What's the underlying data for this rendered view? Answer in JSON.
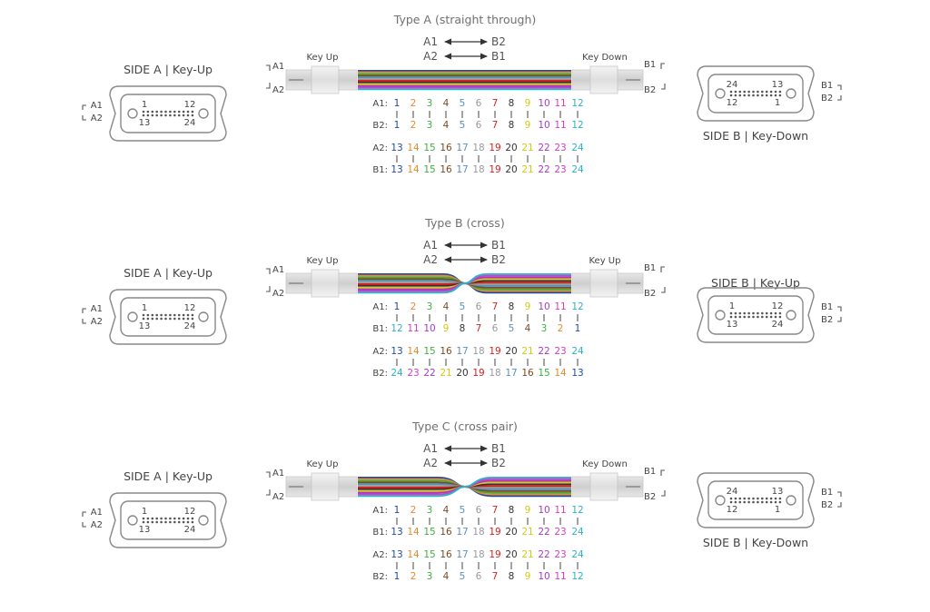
{
  "colors": {
    "fiber": [
      "#1f4aa8",
      "#e8892d",
      "#3fae3f",
      "#7a4a22",
      "#5a8fc0",
      "#9a9a9a",
      "#d82020",
      "#333333",
      "#d9c814",
      "#a839c8",
      "#d63dc4",
      "#2bb3c9"
    ],
    "connector_stroke": "#888888",
    "text": "#444444"
  },
  "panels": [
    {
      "id": "type-a",
      "title": "Type A (straight through)",
      "map1": {
        "from": "A1",
        "to": "B2"
      },
      "map2": {
        "from": "A2",
        "to": "B1"
      },
      "left_key": "Key Up",
      "right_key": "Key Down",
      "cross": "none",
      "left_ports": [
        "A1",
        "A2"
      ],
      "right_ports": [
        "B1",
        "B2"
      ],
      "rows": [
        {
          "label": "A1:",
          "values": [
            "1",
            "2",
            "3",
            "4",
            "5",
            "6",
            "7",
            "8",
            "9",
            "10",
            "11",
            "12"
          ]
        },
        {
          "label": "B2:",
          "values": [
            "1",
            "2",
            "3",
            "4",
            "5",
            "6",
            "7",
            "8",
            "9",
            "10",
            "11",
            "12"
          ]
        },
        {
          "label": "A2:",
          "values": [
            "13",
            "14",
            "15",
            "16",
            "17",
            "18",
            "19",
            "20",
            "21",
            "22",
            "23",
            "24"
          ]
        },
        {
          "label": "B1:",
          "values": [
            "13",
            "14",
            "15",
            "16",
            "17",
            "18",
            "19",
            "20",
            "21",
            "22",
            "23",
            "24"
          ]
        }
      ],
      "side_a": {
        "title": "SIDE A | Key-Up",
        "ports": [
          "A1",
          "A2"
        ],
        "pin_tl": "1",
        "pin_tr": "12",
        "pin_bl": "13",
        "pin_br": "24"
      },
      "side_b": {
        "title": "SIDE B | Key-Down",
        "ports": [
          "B1",
          "B2"
        ],
        "pin_tl": "24",
        "pin_tr": "13",
        "pin_bl": "12",
        "pin_br": "1"
      }
    },
    {
      "id": "type-b",
      "title": "Type B (cross)",
      "map1": {
        "from": "A1",
        "to": "B1"
      },
      "map2": {
        "from": "A2",
        "to": "B2"
      },
      "left_key": "Key Up",
      "right_key": "Key Up",
      "cross": "full",
      "left_ports": [
        "A1",
        "A2"
      ],
      "right_ports": [
        "B1",
        "B2"
      ],
      "rows": [
        {
          "label": "A1:",
          "values": [
            "1",
            "2",
            "3",
            "4",
            "5",
            "6",
            "7",
            "8",
            "9",
            "10",
            "11",
            "12"
          ]
        },
        {
          "label": "B1:",
          "values": [
            "12",
            "11",
            "10",
            "9",
            "8",
            "7",
            "6",
            "5",
            "4",
            "3",
            "2",
            "1"
          ]
        },
        {
          "label": "A2:",
          "values": [
            "13",
            "14",
            "15",
            "16",
            "17",
            "18",
            "19",
            "20",
            "21",
            "22",
            "23",
            "24"
          ]
        },
        {
          "label": "B2:",
          "values": [
            "24",
            "23",
            "22",
            "21",
            "20",
            "19",
            "18",
            "17",
            "16",
            "15",
            "14",
            "13"
          ]
        }
      ],
      "side_a": {
        "title": "SIDE A | Key-Up",
        "ports": [
          "A1",
          "A2"
        ],
        "pin_tl": "1",
        "pin_tr": "12",
        "pin_bl": "13",
        "pin_br": "24"
      },
      "side_b": {
        "title": "SIDE B | Key-Up",
        "ports": [
          "B1",
          "B2"
        ],
        "pin_tl": "1",
        "pin_tr": "12",
        "pin_bl": "13",
        "pin_br": "24"
      }
    },
    {
      "id": "type-c",
      "title": "Type C (cross pair)",
      "map1": {
        "from": "A1",
        "to": "B1"
      },
      "map2": {
        "from": "A2",
        "to": "B2"
      },
      "left_key": "Key Up",
      "right_key": "Key Down",
      "cross": "pair",
      "left_ports": [
        "A1",
        "A2"
      ],
      "right_ports": [
        "B1",
        "B2"
      ],
      "rows": [
        {
          "label": "A1:",
          "values": [
            "1",
            "2",
            "3",
            "4",
            "5",
            "6",
            "7",
            "8",
            "9",
            "10",
            "11",
            "12"
          ]
        },
        {
          "label": "B1:",
          "values": [
            "13",
            "14",
            "15",
            "16",
            "17",
            "18",
            "19",
            "20",
            "21",
            "22",
            "23",
            "24"
          ]
        },
        {
          "label": "A2:",
          "values": [
            "13",
            "14",
            "15",
            "16",
            "17",
            "18",
            "19",
            "20",
            "21",
            "22",
            "23",
            "24"
          ]
        },
        {
          "label": "B2:",
          "values": [
            "1",
            "2",
            "3",
            "4",
            "5",
            "6",
            "7",
            "8",
            "9",
            "10",
            "11",
            "12"
          ]
        }
      ],
      "side_a": {
        "title": "SIDE A | Key-Up",
        "ports": [
          "A1",
          "A2"
        ],
        "pin_tl": "1",
        "pin_tr": "12",
        "pin_bl": "13",
        "pin_br": "24"
      },
      "side_b": {
        "title": "SIDE B | Key-Down",
        "ports": [
          "B1",
          "B2"
        ],
        "pin_tl": "24",
        "pin_tr": "13",
        "pin_bl": "12",
        "pin_br": "1"
      }
    }
  ]
}
